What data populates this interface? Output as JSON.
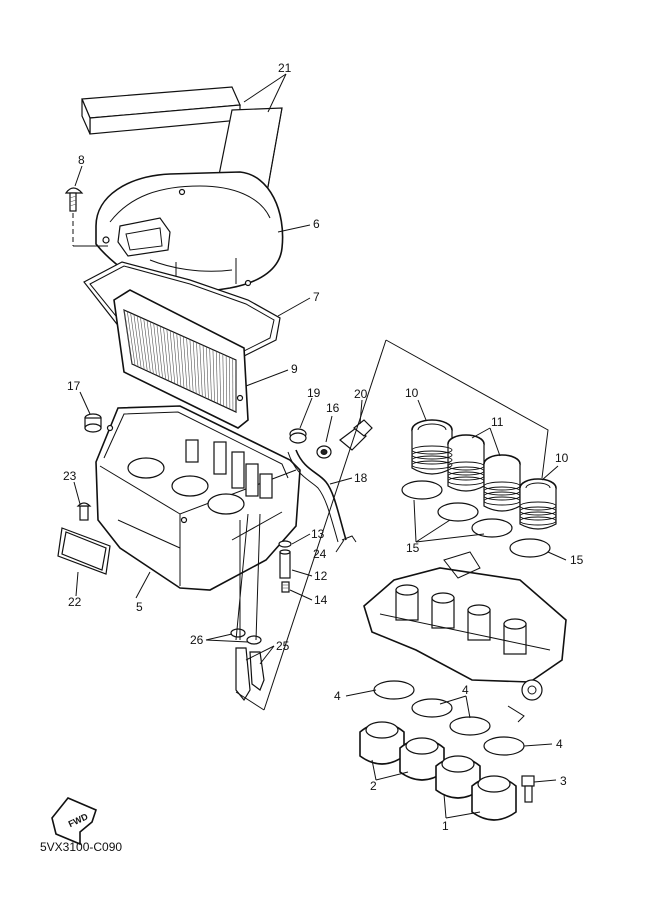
{
  "diagram_code": "5VX3100-C090",
  "fwd_label": "FWD",
  "callouts": {
    "c1": "1",
    "c2": "2",
    "c3": "3",
    "c4a": "4",
    "c4b": "4",
    "c4c": "4",
    "c5": "5",
    "c6": "6",
    "c7": "7",
    "c8": "8",
    "c9": "9",
    "c10a": "10",
    "c10b": "10",
    "c11": "11",
    "c12": "12",
    "c13": "13",
    "c14": "14",
    "c15a": "15",
    "c15b": "15",
    "c16": "16",
    "c17": "17",
    "c18": "18",
    "c19": "19",
    "c20": "20",
    "c21": "21",
    "c22": "22",
    "c23": "23",
    "c24": "24",
    "c25": "25",
    "c26": "26"
  },
  "colors": {
    "line": "#111111",
    "background": "#ffffff"
  }
}
